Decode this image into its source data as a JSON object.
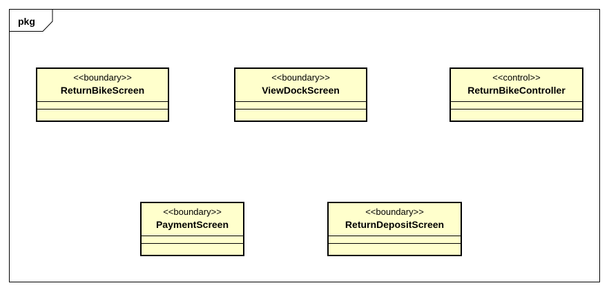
{
  "package": {
    "label": "pkg"
  },
  "colors": {
    "class_fill": "#ffffcc",
    "stroke": "#000000",
    "background": "#ffffff"
  },
  "classes": [
    {
      "stereotype": "<<boundary>>",
      "name": "ReturnBikeScreen"
    },
    {
      "stereotype": "<<boundary>>",
      "name": "ViewDockScreen"
    },
    {
      "stereotype": "<<control>>",
      "name": "ReturnBikeController"
    },
    {
      "stereotype": "<<boundary>>",
      "name": "PaymentScreen"
    },
    {
      "stereotype": "<<boundary>>",
      "name": "ReturnDepositScreen"
    }
  ]
}
